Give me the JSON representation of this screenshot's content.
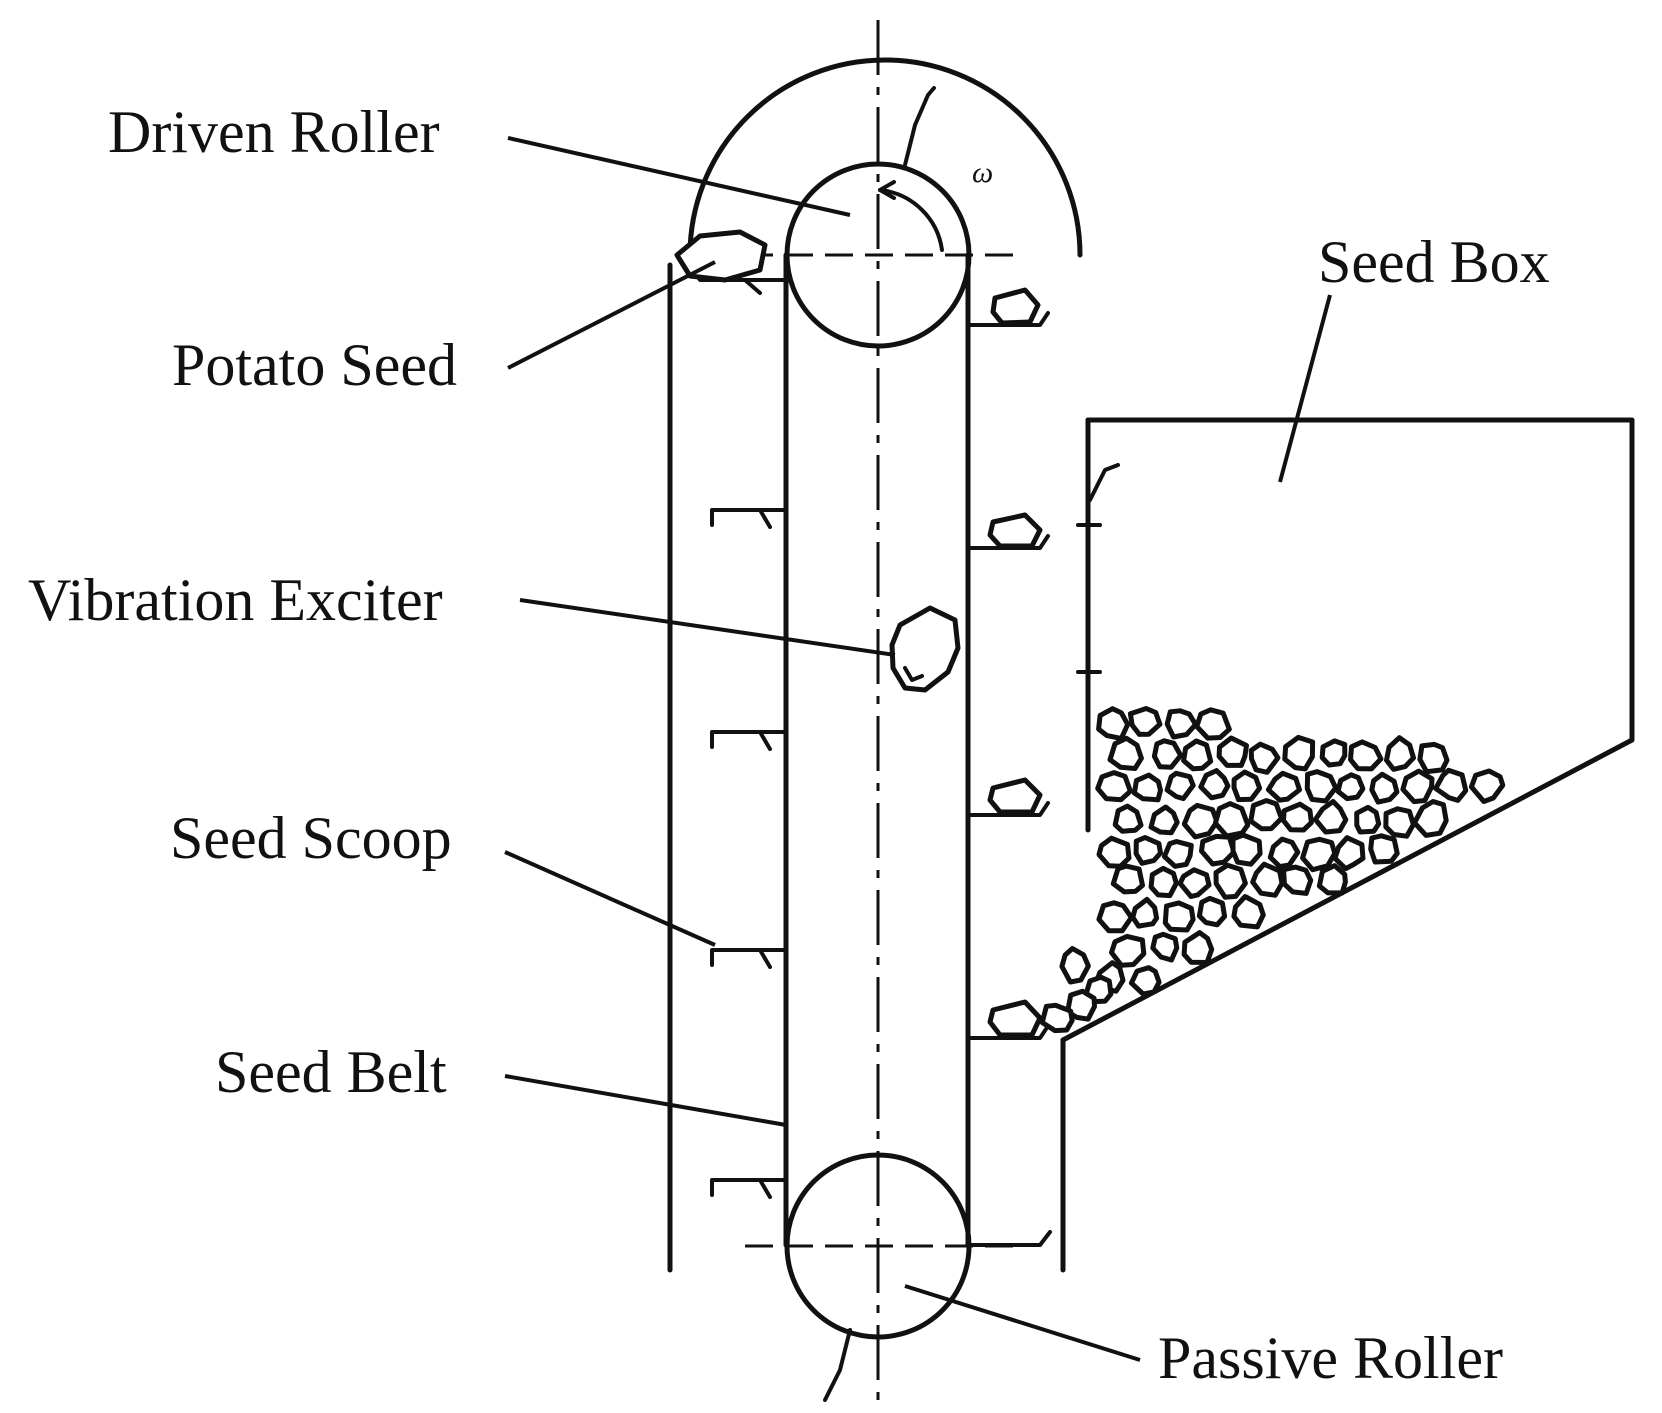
{
  "diagram": {
    "labels": {
      "driven_roller": "Driven Roller",
      "potato_seed": "Potato Seed",
      "vibration_exciter": "Vibration Exciter",
      "seed_scoop": "Seed Scoop",
      "seed_belt": "Seed Belt",
      "seed_box": "Seed Box",
      "passive_roller": "Passive Roller",
      "omega": "ω"
    },
    "colors": {
      "ink": "#111111",
      "background": "#ffffff"
    }
  }
}
